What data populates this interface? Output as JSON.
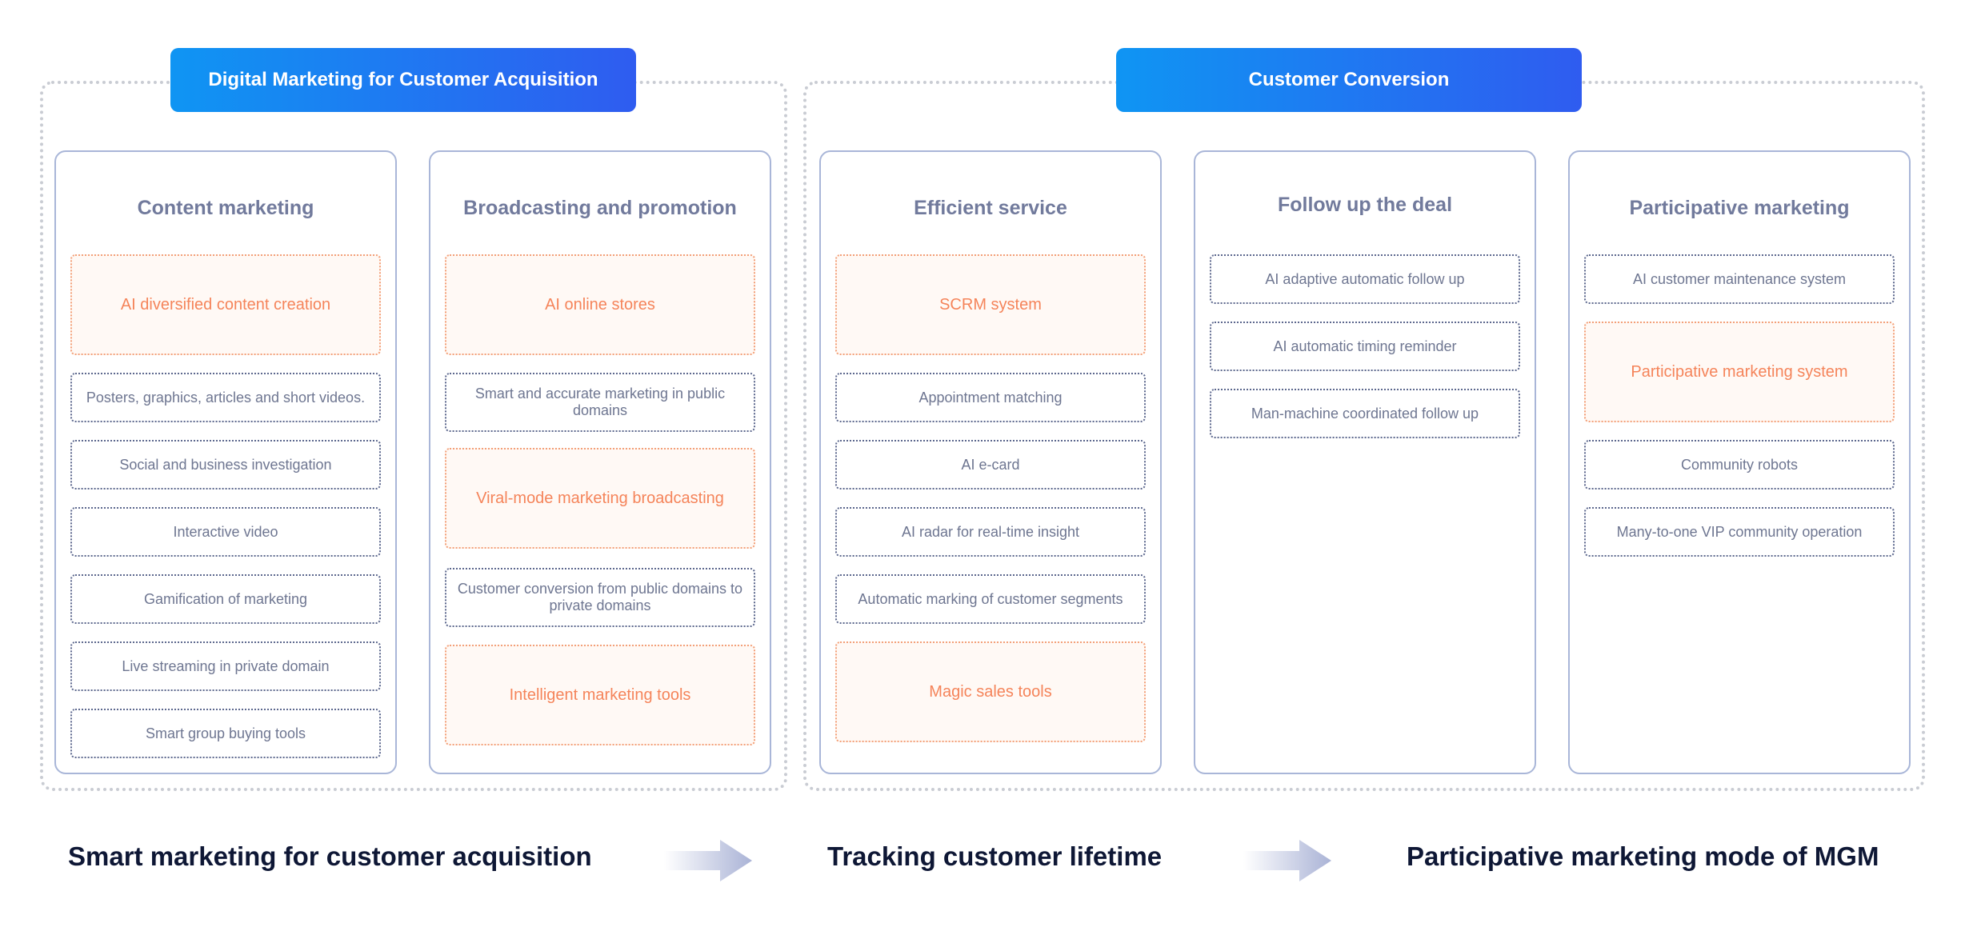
{
  "groups": [
    {
      "header": "Digital Marketing for Customer Acquisition"
    },
    {
      "header": "Customer Conversion"
    }
  ],
  "columns": [
    {
      "title": "Content marketing",
      "items": [
        {
          "label": "AI diversified content creation",
          "highlight": true
        },
        {
          "label": "Posters, graphics, articles and short videos.",
          "highlight": false
        },
        {
          "label": "Social and business investigation",
          "highlight": false
        },
        {
          "label": "Interactive video",
          "highlight": false
        },
        {
          "label": "Gamification of marketing",
          "highlight": false
        },
        {
          "label": "Live streaming in private domain",
          "highlight": false
        },
        {
          "label": "Smart group buying tools",
          "highlight": false
        }
      ]
    },
    {
      "title": "Broadcasting and promotion",
      "items": [
        {
          "label": "AI online stores",
          "highlight": true
        },
        {
          "label": "Smart and accurate marketing in public domains",
          "highlight": false
        },
        {
          "label": "Viral-mode marketing broadcasting",
          "highlight": true
        },
        {
          "label": "Customer conversion from public domains to private domains",
          "highlight": false
        },
        {
          "label": "Intelligent marketing tools",
          "highlight": true
        }
      ]
    },
    {
      "title": "Efficient service",
      "items": [
        {
          "label": "SCRM system",
          "highlight": true
        },
        {
          "label": "Appointment matching",
          "highlight": false
        },
        {
          "label": "AI e-card",
          "highlight": false
        },
        {
          "label": "AI radar for real-time insight",
          "highlight": false
        },
        {
          "label": "Automatic marking of customer segments",
          "highlight": false
        },
        {
          "label": "Magic sales tools",
          "highlight": true
        }
      ]
    },
    {
      "title": "Follow up the deal",
      "items": [
        {
          "label": "AI adaptive automatic follow up",
          "highlight": false
        },
        {
          "label": "AI automatic timing reminder",
          "highlight": false
        },
        {
          "label": "Man-machine coordinated follow up",
          "highlight": false
        }
      ]
    },
    {
      "title": "Participative marketing",
      "items": [
        {
          "label": "AI customer maintenance system",
          "highlight": false
        },
        {
          "label": "Participative marketing system",
          "highlight": true
        },
        {
          "label": "Community robots",
          "highlight": false
        },
        {
          "label": "Many-to-one VIP community operation",
          "highlight": false
        }
      ]
    }
  ],
  "steps": [
    "Smart marketing for customer acquisition",
    "Tracking customer lifetime",
    "Participative marketing mode of MGM"
  ],
  "colors": {
    "header_gradient_start": "#0f95f3",
    "header_gradient_end": "#2f5cf0",
    "highlight_text": "#f5845a",
    "column_border": "#a9b6d8",
    "arrow": "#aab3d6"
  }
}
